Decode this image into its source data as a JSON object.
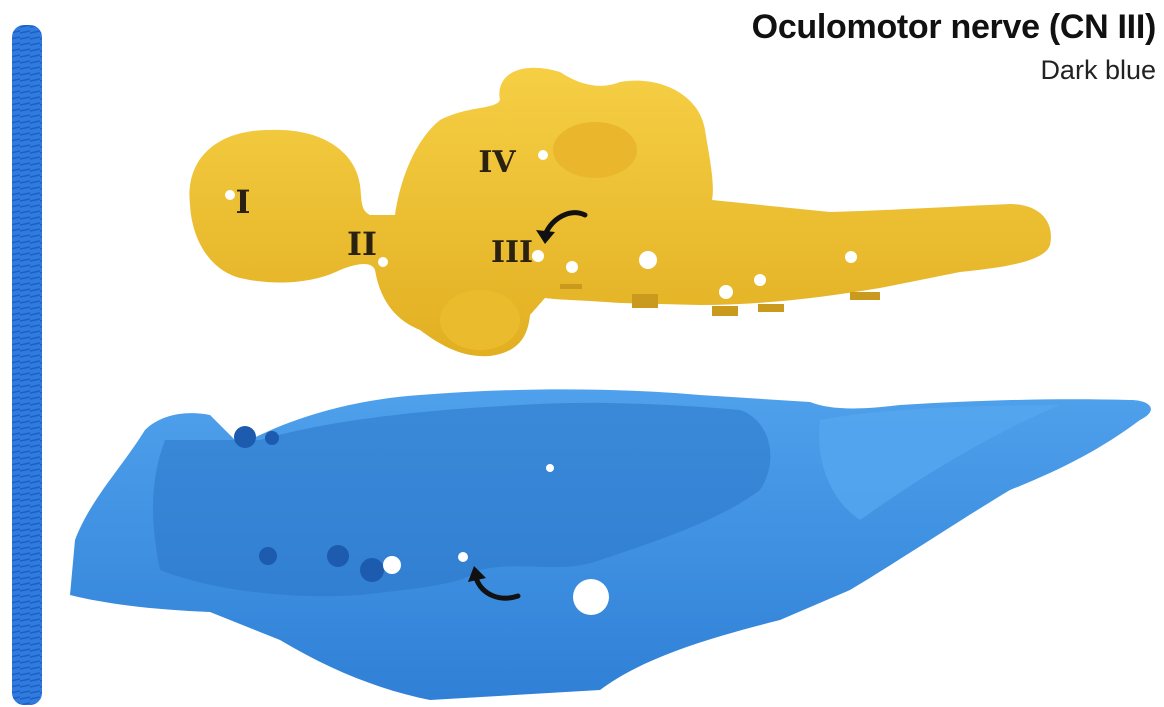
{
  "header": {
    "title": "Oculomotor nerve (CN III)",
    "subtitle": "Dark blue"
  },
  "brain_labels": {
    "i": "I",
    "ii": "II",
    "iii": "III",
    "iv": "IV"
  },
  "colors": {
    "brain": "#F2C232",
    "skull": "#3A8FE0",
    "nerve": "#2F7BE0"
  }
}
